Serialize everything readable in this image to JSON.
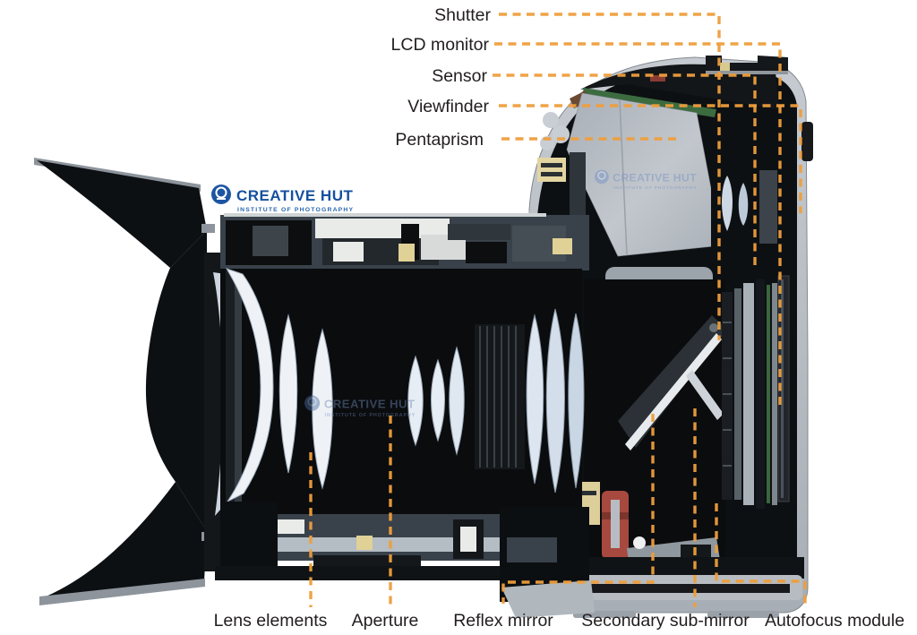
{
  "diagram": {
    "title_hint": "DSLR camera cross-section diagram",
    "labels": {
      "top": [
        {
          "id": "shutter",
          "text": "Shutter"
        },
        {
          "id": "lcd-monitor",
          "text": "LCD monitor"
        },
        {
          "id": "sensor",
          "text": "Sensor"
        },
        {
          "id": "viewfinder",
          "text": "Viewfinder"
        },
        {
          "id": "pentaprism",
          "text": "Pentaprism"
        }
      ],
      "bottom": [
        {
          "id": "lens-elements",
          "text": "Lens elements"
        },
        {
          "id": "aperture",
          "text": "Aperture"
        },
        {
          "id": "reflex-mirror",
          "text": "Reflex mirror"
        },
        {
          "id": "secondary-sub-mirror",
          "text": "Secondary sub-mirror"
        },
        {
          "id": "autofocus-module",
          "text": "Autofocus module"
        }
      ]
    },
    "watermark": {
      "brand": "CREATIVE HUT",
      "tagline": "INSTITUTE OF PHOTOGRAPHY"
    },
    "colors": {
      "leader": "#EE9E3C",
      "label_text": "#221E1F",
      "logo_blue": "#15509F",
      "logo_tagline_blue": "#2A66AD"
    }
  }
}
